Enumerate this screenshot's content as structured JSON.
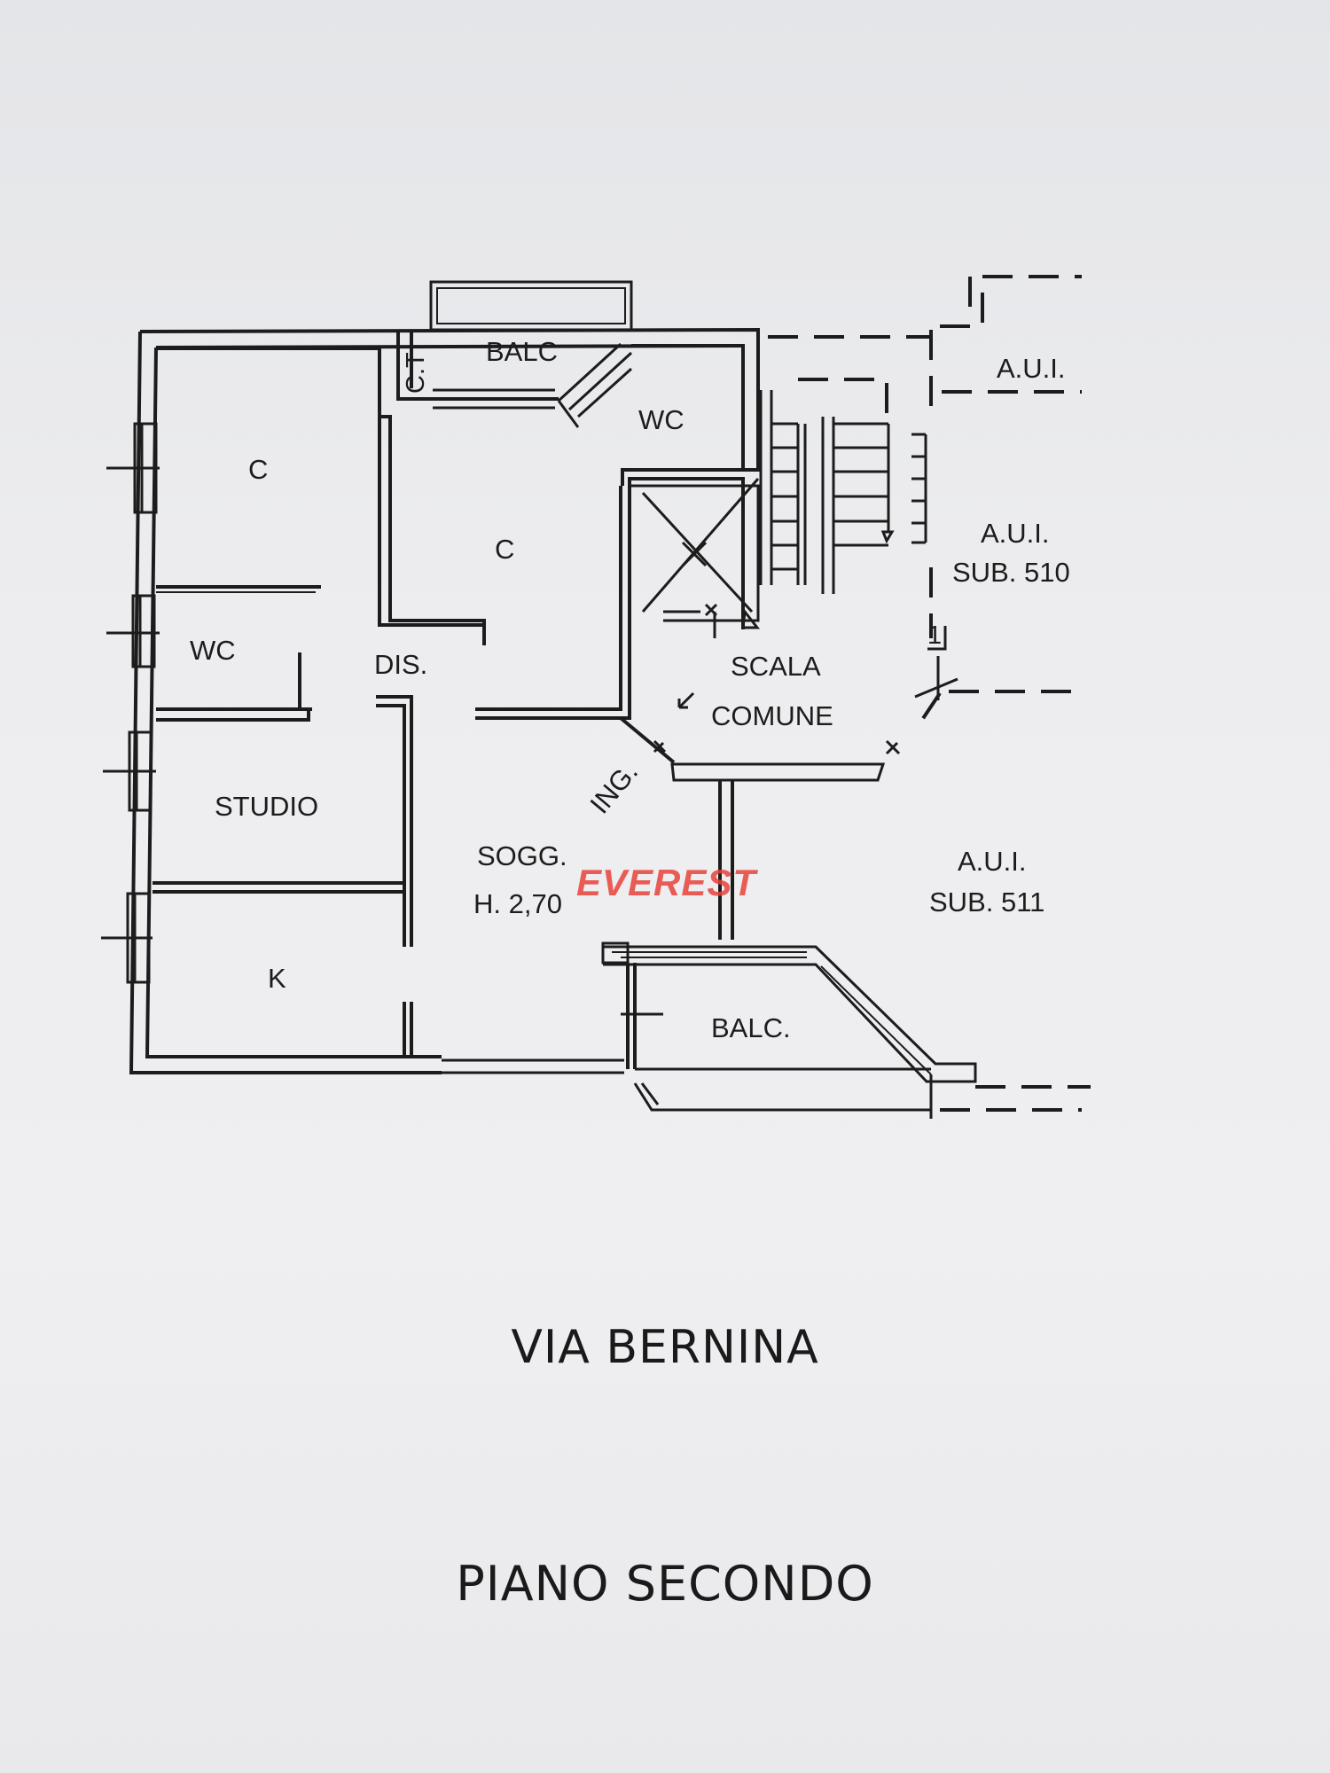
{
  "labels": {
    "balc_top": "BALC",
    "ct": "C.T",
    "wc_top": "WC",
    "c_left": "C",
    "c_center": "C",
    "wc_left": "WC",
    "dis": "DIS.",
    "studio": "STUDIO",
    "k": "K",
    "sogg": "SOGG.",
    "height": "H. 2,70",
    "scala": "SCALA",
    "comune": "COMUNE",
    "ing": "ING.",
    "balc_bottom": "BALC.",
    "aui_top": "A.U.I.",
    "aui_510": "A.U.I.",
    "sub_510": "SUB. 510",
    "aui_511": "A.U.I.",
    "sub_511": "SUB. 511",
    "stair_mark": "1"
  },
  "watermark": {
    "text": "EVEREST",
    "color": "#e8413a"
  },
  "captions": {
    "street": "VIA BERNINA",
    "floor": "PIANO SECONDO"
  },
  "colors": {
    "ink": "#1c1c1c",
    "paper": "#ececee"
  }
}
